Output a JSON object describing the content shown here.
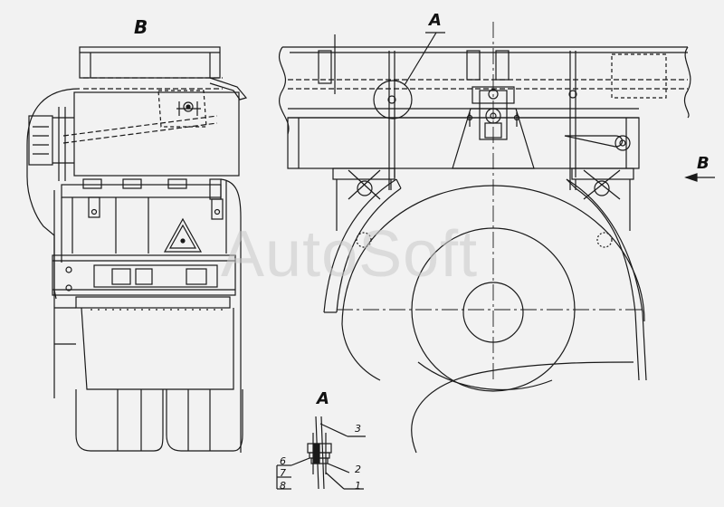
{
  "view_labels": {
    "view_b_left": "B",
    "callout_a": "A",
    "arrow_b": "B",
    "detail_a": "A"
  },
  "part_numbers": [
    "3",
    "2",
    "1",
    "6",
    "7",
    "8"
  ],
  "watermark": "AutoSoft",
  "colors": {
    "background": "#f2f2f2",
    "line": "#1a1a1a",
    "watermark": "#c8c8c8"
  }
}
